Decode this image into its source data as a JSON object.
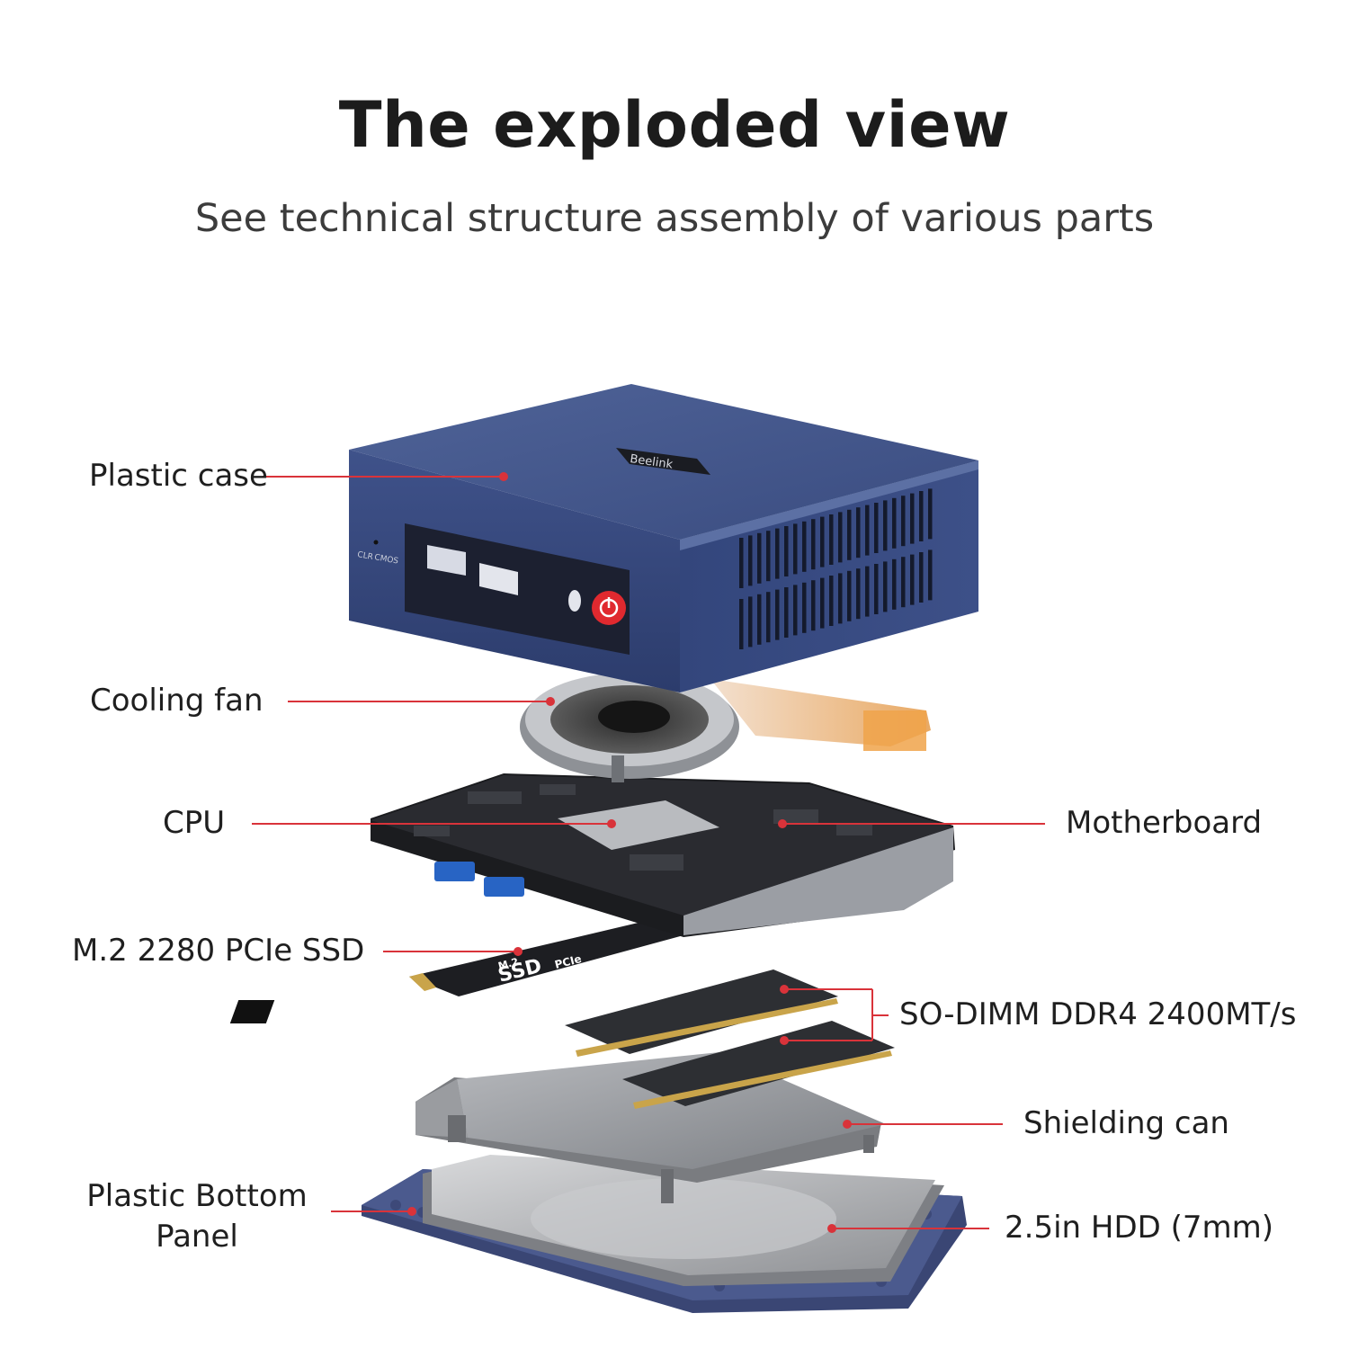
{
  "title": "The exploded view",
  "subtitle": "See technical structure assembly of various parts",
  "device": {
    "brand": "Beelink",
    "port_label_1": "CLR",
    "port_label_2": "CMOS"
  },
  "ssd_chip": {
    "line1": "M.2",
    "line2": "SSD",
    "line3": "PCIe"
  },
  "labels": {
    "plastic_case": "Plastic case",
    "cooling_fan": "Cooling fan",
    "cpu": "CPU",
    "motherboard": "Motherboard",
    "ssd": "M.2 2280 PCIe SSD",
    "sodimm": "SO-DIMM DDR4 2400MT/s",
    "shielding_can": "Shielding can",
    "bottom_panel_line1": "Plastic Bottom",
    "bottom_panel_line2": "Panel",
    "hdd": "2.5in HDD (7mm)"
  },
  "colors": {
    "leader_line": "#d9333a",
    "case_blue": "#3b4f86",
    "power_red": "#e0292f"
  }
}
